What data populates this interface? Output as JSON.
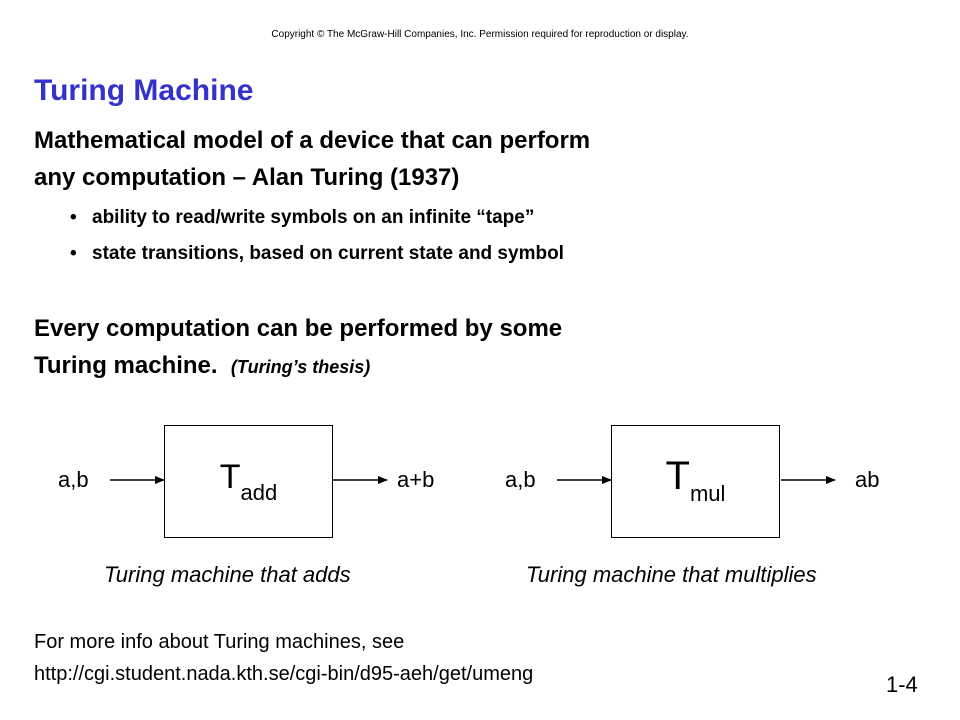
{
  "header": {
    "copyright": "Copyright © The McGraw-Hill Companies, Inc.  Permission required for reproduction or display."
  },
  "slide": {
    "title": "Turing Machine",
    "intro_line1": "Mathematical model of a device that can perform",
    "intro_line2": "any computation – Alan Turing (1937)",
    "bullets": [
      "ability to read/write symbols on an infinite “tape”",
      "state transitions, based on current state and symbol"
    ],
    "thesis_line1": "Every computation can be performed by some",
    "thesis_line2": "Turing machine.",
    "thesis_note": "(Turing’s thesis)",
    "slide_number": "1-4"
  },
  "diagram": {
    "add": {
      "input": "a,b",
      "name": "T",
      "subscript": "add",
      "output": "a+b",
      "caption": "Turing machine that adds"
    },
    "mul": {
      "input": "a,b",
      "name": "T",
      "subscript": "mul",
      "output": "ab",
      "caption": "Turing machine that multiplies"
    }
  },
  "footer": {
    "more_info": "For more info about Turing machines, see",
    "url": "http://cgi.student.nada.kth.se/cgi-bin/d95-aeh/get/umeng"
  }
}
